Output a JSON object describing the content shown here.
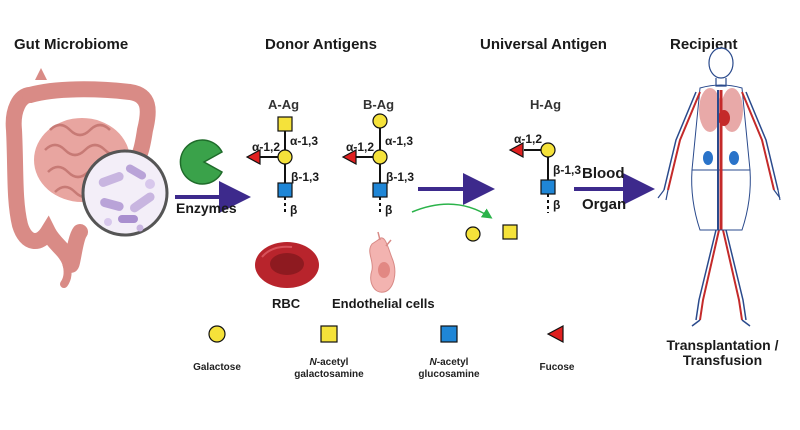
{
  "headers": {
    "gut": "Gut Microbiome",
    "donor": "Donor Antigens",
    "universal": "Universal Antigen",
    "recipient": "Recipient"
  },
  "antigens": {
    "a_ag": "A-Ag",
    "b_ag": "B-Ag",
    "h_ag": "H-Ag"
  },
  "linkages": {
    "alpha12": "α-1,2",
    "alpha13": "α-1,3",
    "beta13": "β-1,3",
    "beta": "β"
  },
  "labels": {
    "enzymes": "Enzymes",
    "rbc": "RBC",
    "endothelial": "Endothelial cells",
    "blood": "Blood",
    "organ": "Organ",
    "transplant_line1": "Transplantation /",
    "transplant_line2": "Transfusion"
  },
  "legend": {
    "galactose": "Galactose",
    "galnac_prefix": "N",
    "galnac_line1_rest": "-acetyl",
    "galnac_line2": "galactosamine",
    "glcnac_prefix": "N",
    "glcnac_line1_rest": "-acetyl",
    "glcnac_line2": "glucosamine",
    "fucose": "Fucose"
  },
  "colors": {
    "galactose": "#f5e23a",
    "galnac": "#f5e23a",
    "glcnac": "#1f86d6",
    "fucose": "#e02020",
    "arrow": "#3d2a8c",
    "enzyme": "#3aa24a",
    "rbc": "#b8242c",
    "endothelial": "#f3b3b0"
  }
}
